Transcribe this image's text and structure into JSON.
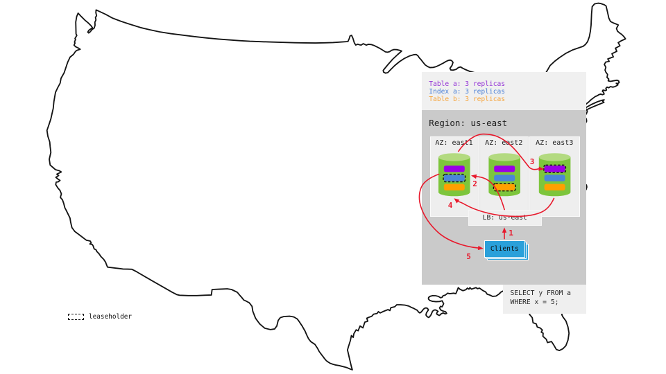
{
  "diagram": {
    "legend": {
      "items": [
        {
          "label": "Table a: 3 replicas",
          "color": "#9333d6"
        },
        {
          "label": "Index a: 3 replicas",
          "color": "#4a7fd6"
        },
        {
          "label": "Table b: 3 replicas",
          "color": "#f5a43c"
        }
      ]
    },
    "region": {
      "label": "Region: us-east"
    },
    "azs": [
      {
        "label": "AZ: east1",
        "leaseholder": "index-a"
      },
      {
        "label": "AZ: east2",
        "leaseholder": "table-b"
      },
      {
        "label": "AZ: east3",
        "leaseholder": "table-a"
      }
    ],
    "replica_colors": {
      "table_a": "#9900e6",
      "index_a": "#4a86d8",
      "table_b": "#ffa000"
    },
    "node_colors": {
      "cylinder_body": "#7dc53c",
      "cylinder_top": "#b3da80"
    },
    "lb": {
      "label": "LB: us-east"
    },
    "clients": {
      "label": "Clients",
      "color": "#2aa0da"
    },
    "sql": {
      "line1": "SELECT y FROM a",
      "line2": "WHERE x = 5;"
    },
    "steps": [
      "1",
      "2",
      "3",
      "4",
      "5"
    ],
    "arrow_color": "#e8192c",
    "map_legend": {
      "label": "leaseholder"
    }
  }
}
